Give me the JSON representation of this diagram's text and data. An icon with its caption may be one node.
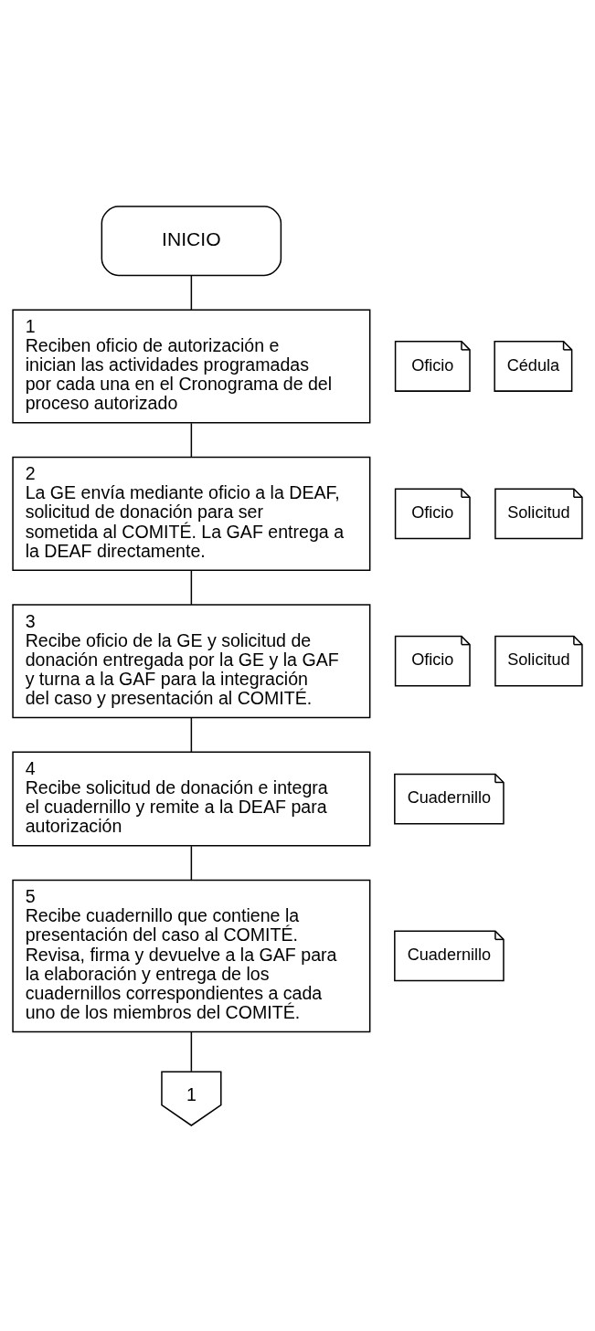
{
  "diagram": {
    "nodes": [
      {
        "text": [
          "INICIO"
        ]
      },
      {
        "text": [
          "1",
          "Reciben oficio de autorización e inician las actividades programadas por cada una en el Cronograma de del proceso autorizado"
        ]
      },
      {
        "text": [
          "Oficio"
        ]
      },
      {
        "text": [
          "Cédula"
        ]
      },
      {
        "text": [
          "2",
          "La GE envía mediante oficio a la DEAF, solicitud de donación para ser sometida al COMITÉ. La GAF entrega a la DEAF directamente."
        ]
      },
      {
        "text": [
          "Oficio"
        ]
      },
      {
        "text": [
          "Solicitud"
        ]
      },
      {
        "text": [
          "3",
          "Recibe oficio de la GE y solicitud de donación entregada por la GE y la GAF y turna a la GAF para la integración del caso y presentación al COMITÉ."
        ]
      },
      {
        "text": [
          "Oficio"
        ]
      },
      {
        "text": [
          "Solicitud"
        ]
      },
      {
        "text": [
          "4",
          "Recibe solicitud de donación e integra el cuadernillo y remite a la DEAF para autorización"
        ]
      },
      {
        "text": [
          "Cuadernillo"
        ]
      },
      {
        "text": [
          "5",
          "Recibe cuadernillo que contiene la presentación del caso al COMITÉ. Revisa, firma y devuelve a la GAF para la elaboración y entrega de los cuadernillos correspondientes a cada uno de los miembros del COMITÉ."
        ]
      },
      {
        "text": [
          "Cuadernillo"
        ]
      },
      {
        "text": [
          "1"
        ]
      }
    ],
    "edges": [
      {
        "from": 0,
        "to": 1,
        "arrow": "none"
      },
      {
        "from": 1,
        "to": 4,
        "arrow": "none"
      },
      {
        "from": 4,
        "to": 7,
        "arrow": "none"
      },
      {
        "from": 7,
        "to": 10,
        "arrow": "none"
      },
      {
        "from": 10,
        "to": 12,
        "arrow": "none"
      },
      {
        "from": 12,
        "to": 14,
        "arrow": "none"
      }
    ]
  }
}
